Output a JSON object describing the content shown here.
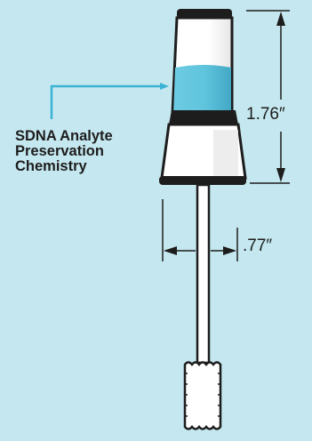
{
  "callout": {
    "lines": [
      "SDNA Analyte",
      "Preservation",
      "Chemistry"
    ]
  },
  "dimensions": {
    "height": "1.76″",
    "width": ".77″"
  },
  "colors": {
    "background": "#c5e7ef",
    "liquid": "#5fc4dd",
    "callout_line": "#3ab3d4",
    "outline": "#1d1d1d",
    "tube_body": "#ffffff"
  }
}
